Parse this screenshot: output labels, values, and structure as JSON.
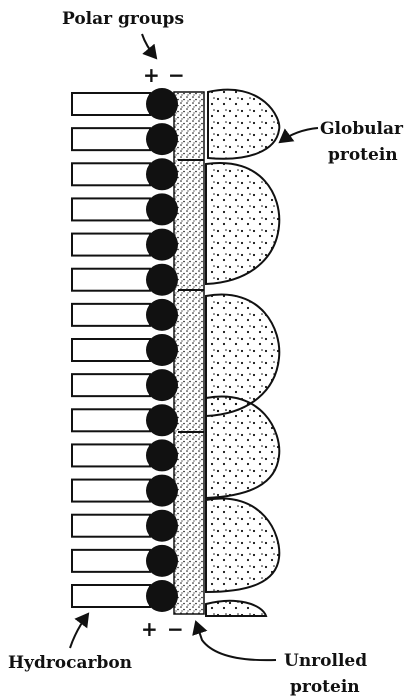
{
  "labels": {
    "polar_groups": "Polar groups",
    "globular_line1": "Globular",
    "globular_line2": "protein",
    "hydrocarbon": "Hydrocarbon",
    "unrolled_line1": "Unrolled",
    "unrolled_line2": "protein",
    "plus": "+",
    "minus": "−"
  },
  "colors": {
    "ink": "#111111",
    "paper": "#ffffff"
  },
  "structure": {
    "lipid_molecule_count": 15,
    "globular_protein_count": 6
  }
}
